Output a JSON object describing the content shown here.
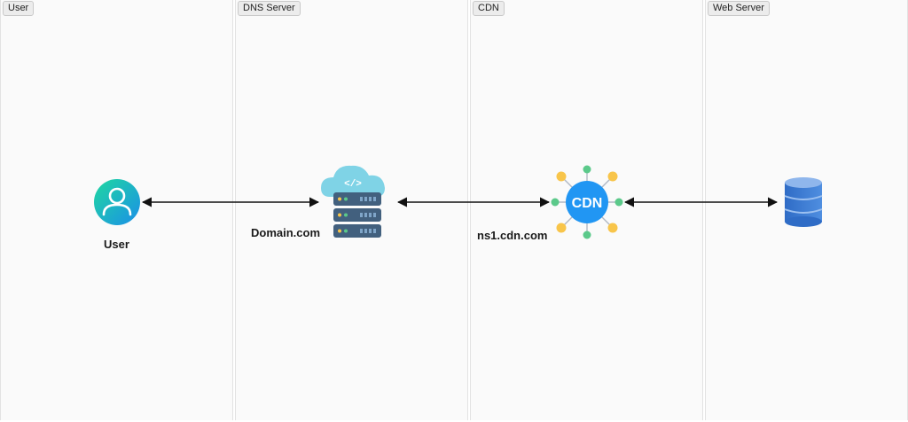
{
  "lanes": [
    {
      "tag": "User"
    },
    {
      "tag": "DNS Server"
    },
    {
      "tag": "CDN"
    },
    {
      "tag": "Web Server"
    }
  ],
  "nodes": {
    "user": {
      "label": "User",
      "icon": "user-icon"
    },
    "dns": {
      "label": "Domain.com",
      "icon": "cloud-server-icon"
    },
    "cdn": {
      "label": "ns1.cdn.com",
      "icon": "cdn-network-icon",
      "badge": "CDN"
    },
    "web": {
      "icon": "database-icon"
    }
  },
  "colors": {
    "user_gradient_start": "#1fd8a0",
    "user_gradient_end": "#1b8fe8",
    "cloud": "#7fd3e6",
    "server_body": "#42607e",
    "cdn_core": "#2196f3",
    "cdn_node_yellow": "#f8c54a",
    "cdn_node_green": "#5bc98a",
    "database": "#3a7bd5",
    "arrow": "#111111"
  }
}
